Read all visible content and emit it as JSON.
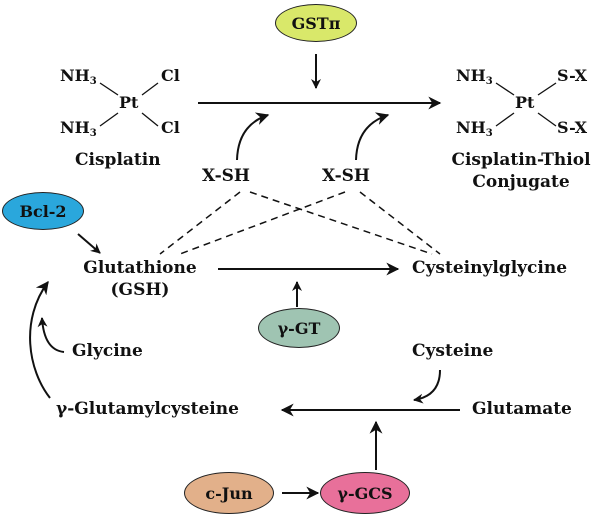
{
  "nodes": {
    "gst_pi": "GSTπ",
    "bcl2": "Bcl-2",
    "gamma_gt": "γ-GT",
    "gamma_gcs": "γ-GCS",
    "cjun": "c-Jun"
  },
  "cisplatin": {
    "nh3_top": "NH",
    "nh3_bottom": "NH",
    "nh3_sub": "3",
    "pt": "Pt",
    "cl_top": "Cl",
    "cl_bottom": "Cl",
    "name": "Cisplatin"
  },
  "conjugate": {
    "nh3_top": "NH",
    "nh3_bottom": "NH",
    "nh3_sub": "3",
    "pt": "Pt",
    "sx_top": "S-X",
    "sx_bottom": "S-X",
    "name_line1": "Cisplatin-Thiol",
    "name_line2": "Conjugate"
  },
  "labels": {
    "xsh_left": "X-SH",
    "xsh_right": "X-SH",
    "glutathione_line1": "Glutathione",
    "glutathione_line2": "(GSH)",
    "cysteinylglycine": "Cysteinylglycine",
    "glycine": "Glycine",
    "cysteine": "Cysteine",
    "glutamylcysteine": "γ-Glutamylcysteine",
    "glutamate": "Glutamate"
  },
  "colors": {
    "gst_pi": "#d9e86a",
    "bcl2": "#2aa7dc",
    "gamma_gt": "#9fc4b2",
    "gamma_gcs": "#e8709a",
    "cjun": "#e2b08a"
  }
}
